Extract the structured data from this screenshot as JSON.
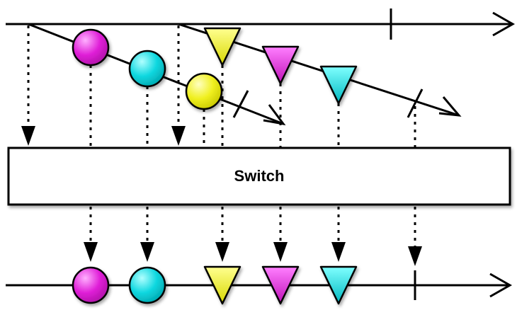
{
  "operator": {
    "label": "Switch"
  },
  "colors": {
    "magenta": "#e020d8",
    "cyan": "#10d8e0",
    "yellow": "#f0f020",
    "line": "#000000",
    "box_fill": "#ffffff"
  },
  "marble_shapes": {
    "source_1": "circle",
    "source_2": "triangle"
  },
  "source_1_items": [
    "magenta",
    "cyan",
    "yellow"
  ],
  "source_2_items": [
    "yellow",
    "magenta",
    "cyan"
  ],
  "output_items": [
    "magenta",
    "cyan",
    "yellow",
    "magenta",
    "cyan"
  ],
  "legend": {}
}
